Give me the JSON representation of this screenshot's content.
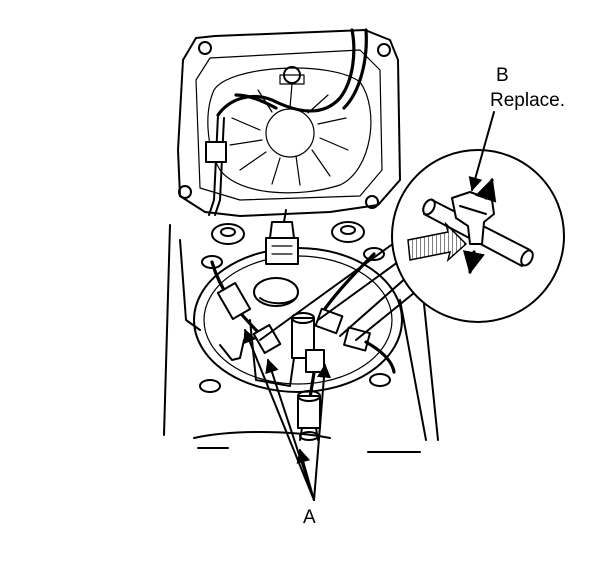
{
  "labels": {
    "b": "B",
    "b_note": "Replace.",
    "a": "A"
  },
  "colors": {
    "ink": "#000000",
    "paper": "#ffffff"
  }
}
